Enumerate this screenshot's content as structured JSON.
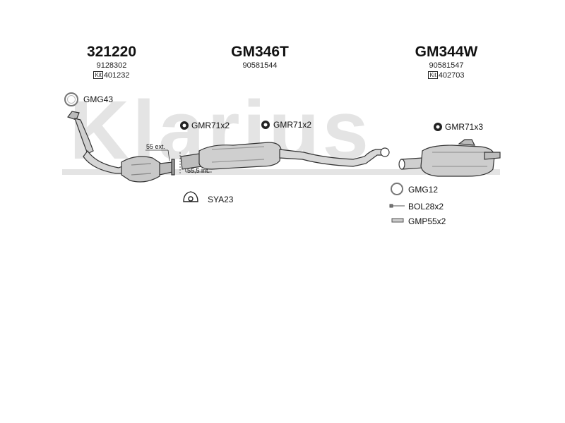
{
  "watermark": "Klarius",
  "parts": [
    {
      "part_no": "321220",
      "oem": "9128302",
      "kit_tag": "Kit",
      "kit_no": "401232"
    },
    {
      "part_no": "GM346T",
      "oem": "90581544"
    },
    {
      "part_no": "GM344W",
      "oem": "90581547",
      "kit_tag": "Kit",
      "kit_no": "402703"
    }
  ],
  "fittings": {
    "gmg43": "GMG43",
    "gmr71_a": "GMR71x2",
    "gmr71_b": "GMR71x2",
    "gmr71_c": "GMR71x3",
    "sya23": "SYA23",
    "gmg12": "GMG12",
    "bol28": "BOL28x2",
    "gmp55": "GMP55x2"
  },
  "dimensions": {
    "ext": "55 ext.",
    "int": "55,5 int."
  }
}
